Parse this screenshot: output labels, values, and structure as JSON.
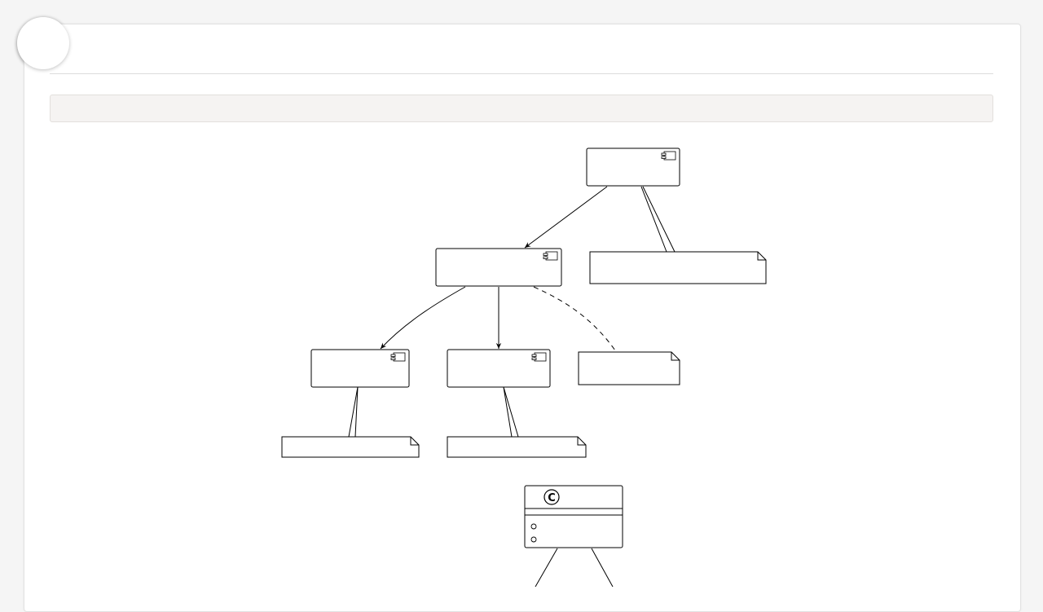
{
  "page": {
    "title": "",
    "toolbar_text": ""
  },
  "diagram": {
    "components": [
      {
        "id": "root",
        "label": ""
      },
      {
        "id": "mid",
        "label": ""
      },
      {
        "id": "left",
        "label": ""
      },
      {
        "id": "center",
        "label": ""
      }
    ],
    "notes": [
      {
        "id": "note-root",
        "text": ""
      },
      {
        "id": "note-mid",
        "text": ""
      },
      {
        "id": "note-left",
        "text": ""
      },
      {
        "id": "note-center",
        "text": ""
      }
    ],
    "class_box": {
      "stereotype_letter": "C",
      "name": "",
      "members": [
        "",
        ""
      ]
    }
  },
  "colors": {
    "line": "#000000",
    "fill": "#ffffff",
    "toolbar": "#f5f3f2"
  }
}
